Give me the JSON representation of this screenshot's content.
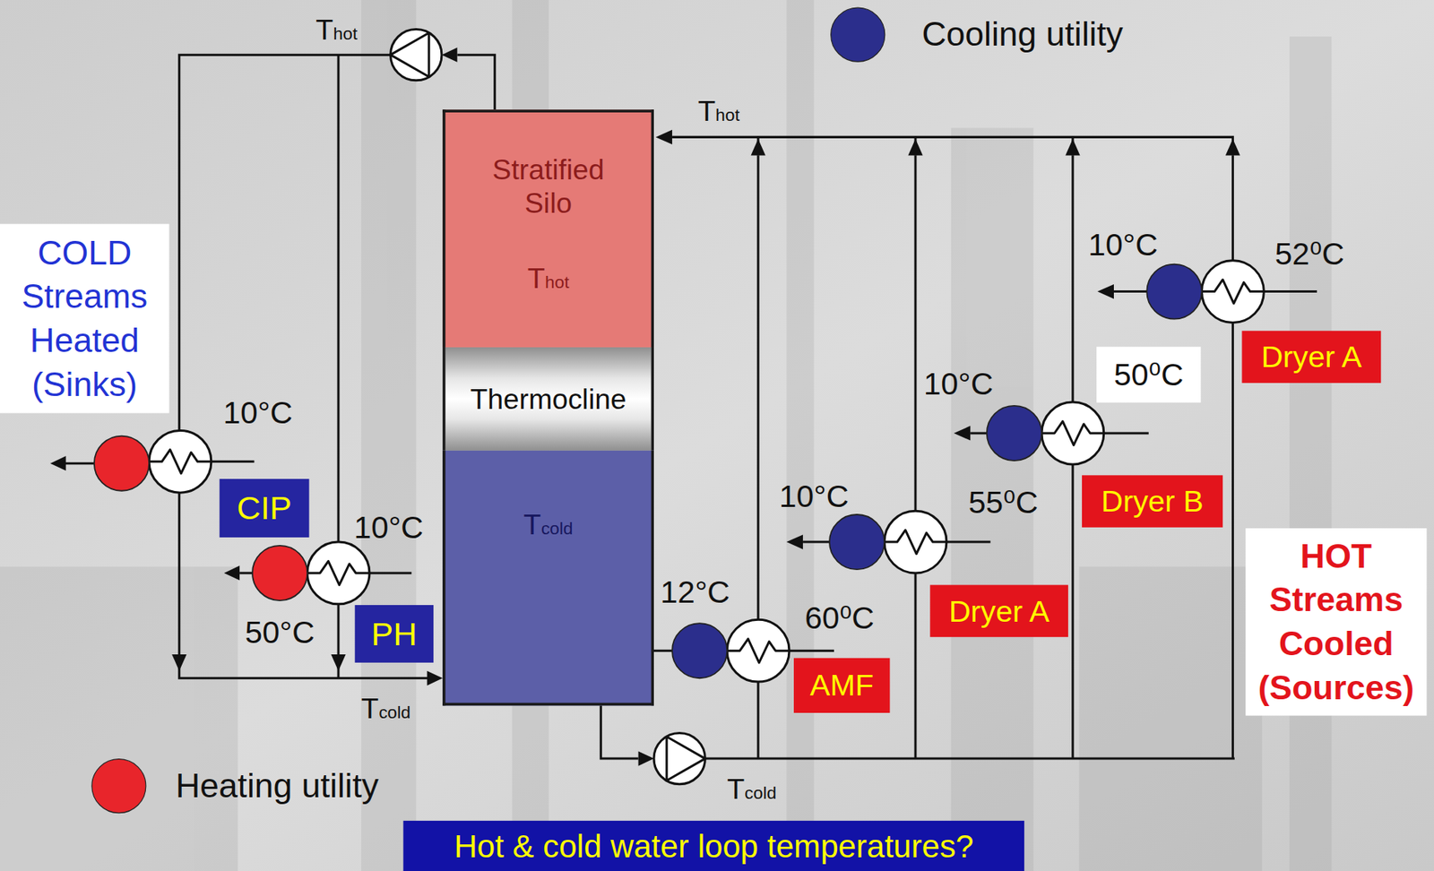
{
  "diagram": {
    "nodes": [
      {
        "text": [
          "Stratified Silo",
          "Thot"
        ]
      },
      {
        "text": [
          "Thermocline"
        ]
      },
      {
        "text": [
          "Tcold"
        ]
      },
      {
        "text": [
          "COLD Streams Heated (Sinks)"
        ]
      },
      {
        "text": [
          "CIP"
        ]
      },
      {
        "text": [
          "PH"
        ]
      },
      {
        "text": [
          "Dryer A"
        ]
      },
      {
        "text": [
          "Dryer B"
        ]
      },
      {
        "text": [
          "Dryer A"
        ]
      },
      {
        "text": [
          "AMF"
        ]
      },
      {
        "text": [
          "HOT Streams Cooled (Sources)"
        ]
      },
      {
        "text": [
          "Hot & cold water loop temperatures?"
        ]
      }
    ],
    "labels": [
      "Thot",
      "10°C",
      "10°C",
      "50°C",
      "Tcold",
      "Thot",
      "10°C",
      "52⁰C",
      "10°C",
      "50⁰C",
      "10°C",
      "55⁰C",
      "12°C",
      "60⁰C",
      "Tcold"
    ],
    "legend": [
      {
        "text": "Cooling utility",
        "color": "#2b2e8c"
      },
      {
        "text": "Heating utility",
        "color": "#e8252b"
      }
    ]
  }
}
